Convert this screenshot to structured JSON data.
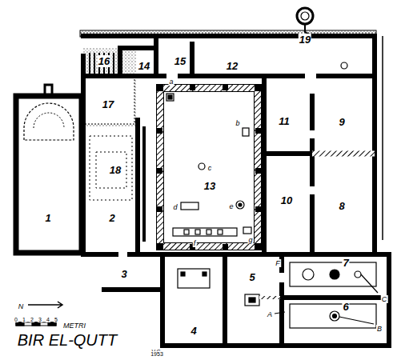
{
  "diagram": {
    "title": "BIR EL-QUTT",
    "nodes": [
      {
        "text": [
          "1"
        ]
      },
      {
        "text": [
          "2"
        ]
      },
      {
        "text": [
          "3"
        ]
      },
      {
        "text": [
          "4"
        ]
      },
      {
        "text": [
          "5"
        ]
      },
      {
        "text": [
          "6"
        ]
      },
      {
        "text": [
          "7"
        ]
      },
      {
        "text": [
          "8"
        ]
      },
      {
        "text": [
          "9"
        ]
      },
      {
        "text": [
          "10"
        ]
      },
      {
        "text": [
          "11"
        ]
      },
      {
        "text": [
          "12"
        ]
      },
      {
        "text": [
          "13"
        ]
      },
      {
        "text": [
          "14"
        ]
      },
      {
        "text": [
          "15"
        ]
      },
      {
        "text": [
          "16"
        ]
      },
      {
        "text": [
          "17"
        ]
      },
      {
        "text": [
          "18"
        ]
      },
      {
        "text": [
          "19"
        ]
      }
    ],
    "labels": [
      "a",
      "b",
      "c",
      "d",
      "e",
      "f",
      "g",
      "F",
      "A",
      "C",
      "B",
      "N",
      "0",
      "1",
      "2",
      "3",
      "4",
      "5",
      "METRI",
      "V.C.",
      "1953"
    ]
  }
}
